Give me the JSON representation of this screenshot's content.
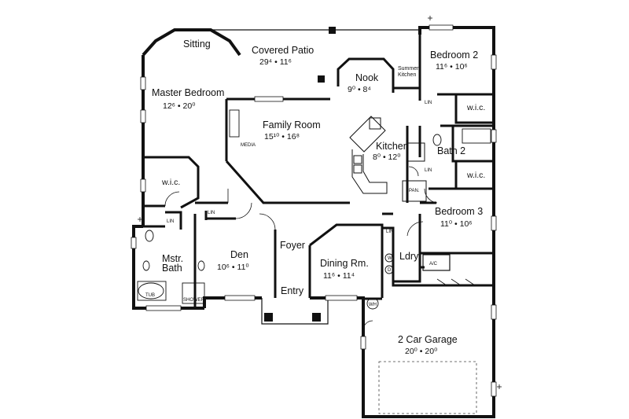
{
  "plan": {
    "rooms": [
      {
        "id": "sitting",
        "name": "Sitting",
        "dim": ""
      },
      {
        "id": "covered-patio",
        "name": "Covered Patio",
        "dim": "29⁴  •  11⁶"
      },
      {
        "id": "bedroom-2",
        "name": "Bedroom 2",
        "dim": "11⁶  •  10⁶"
      },
      {
        "id": "master-bedroom",
        "name": "Master Bedroom",
        "dim": "12⁶  •  20⁰"
      },
      {
        "id": "nook",
        "name": "Nook",
        "dim": "9⁰  •  8⁴"
      },
      {
        "id": "family-room",
        "name": "Family Room",
        "dim": "15¹⁰  •  16⁸"
      },
      {
        "id": "kitchen",
        "name": "Kitchen",
        "dim": "8⁰  •  12⁰"
      },
      {
        "id": "bath-2",
        "name": "Bath 2",
        "dim": ""
      },
      {
        "id": "bedroom-3",
        "name": "Bedroom 3",
        "dim": "11⁰  •  10⁶"
      },
      {
        "id": "den",
        "name": "Den",
        "dim": "10⁶  •  11⁰"
      },
      {
        "id": "foyer",
        "name": "Foyer",
        "dim": ""
      },
      {
        "id": "dining",
        "name": "Dining Rm.",
        "dim": "11⁶  •  11⁴"
      },
      {
        "id": "laundry",
        "name": "Ldry",
        "dim": ""
      },
      {
        "id": "entry",
        "name": "Entry",
        "dim": ""
      },
      {
        "id": "garage",
        "name": "2 Car Garage",
        "dim": "20⁰  •  20⁰"
      }
    ],
    "master_bath": {
      "line1": "Mstr.",
      "line2": "Bath"
    },
    "labels": {
      "summer_kitchen_1": "Summer",
      "summer_kitchen_2": "Kitchen",
      "wic_master": "w.i.c.",
      "wic_bed2_upper": "w.i.c.",
      "wic_bed2_lower": "w.i.c.",
      "media": "MEDIA",
      "lin_bed2": "LIN",
      "lin_kitchen": "LIN",
      "lin_hall": "LIN",
      "lin_master": "LIN",
      "lin_laundry": "LIN",
      "pan": "PAN.",
      "ac": "A/C",
      "wh": "WH",
      "tub": "TUB",
      "shower": "SHOWER",
      "washer": "W",
      "dryer": "D"
    }
  }
}
